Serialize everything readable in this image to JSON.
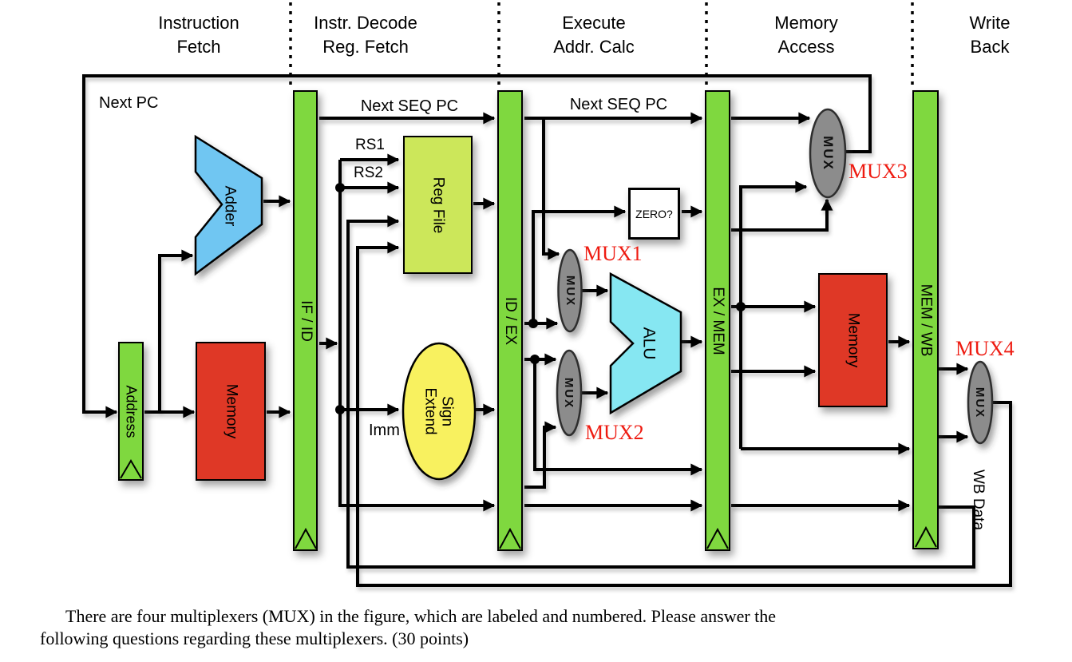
{
  "stages": [
    {
      "l1": "Instruction",
      "l2": "Fetch"
    },
    {
      "l1": "Instr. Decode",
      "l2": "Reg. Fetch"
    },
    {
      "l1": "Execute",
      "l2": "Addr. Calc"
    },
    {
      "l1": "Memory",
      "l2": "Access"
    },
    {
      "l1": "Write",
      "l2": "Back"
    }
  ],
  "registers": {
    "address": "Address",
    "if_id": "IF / ID",
    "id_ex": "ID / EX",
    "ex_mem": "EX / MEM",
    "mem_wb": "MEM / WB"
  },
  "components": {
    "adder": "Adder",
    "fetch_memory": "Memory",
    "reg_file": "Reg File",
    "sign_extend_l1": "Sign",
    "sign_extend_l2": "Extend",
    "zero": "ZERO?",
    "alu": "ALU",
    "data_memory": "Memory",
    "mux": "MUX"
  },
  "wire_labels": {
    "next_pc": "Next PC",
    "next_seq_pc_if": "Next SEQ PC",
    "next_seq_pc_ex": "Next SEQ PC",
    "rs1": "RS1",
    "rs2": "RS2",
    "imm": "Imm",
    "wb_data": "WB Data"
  },
  "mux_labels": {
    "mux1": "MUX1",
    "mux2": "MUX2",
    "mux3": "MUX3",
    "mux4": "MUX4"
  },
  "caption": {
    "line1": "There are four multiplexers (MUX) in the figure, which are labeled and numbered.  Please answer the",
    "line2": "following questions regarding these multiplexers. (30 points)"
  },
  "colors": {
    "register_green": "#7fd83f",
    "reg_file_green": "#cce75a",
    "sign_extend_yellow": "#f8f15e",
    "memory_red": "#df3826",
    "adder_blue": "#70c6f2",
    "alu_cyan": "#86e7f2",
    "mux_gray": "#8c8c8c",
    "mux_label_red": "#ee1b11",
    "wire_black": "#000000"
  }
}
